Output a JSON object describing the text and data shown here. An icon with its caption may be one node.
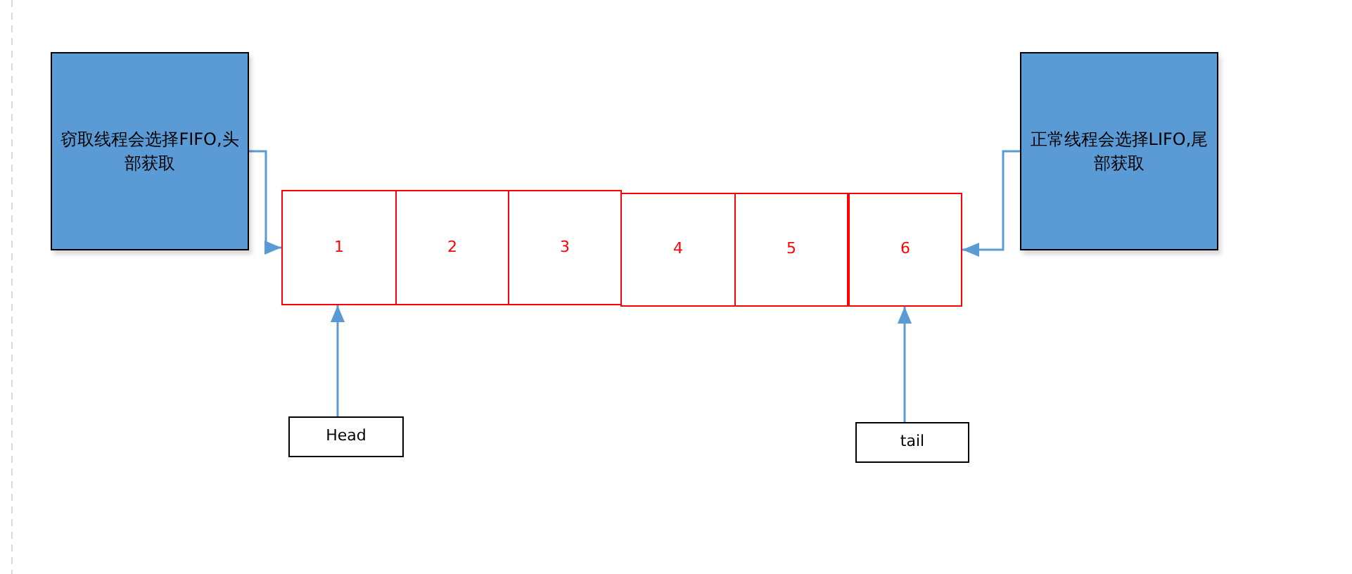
{
  "diagram": {
    "nodes": [
      {
        "text": [
          "窃取线程会选择FIFO,头部获取"
        ]
      },
      {
        "text": [
          "1"
        ]
      },
      {
        "text": [
          "2"
        ]
      },
      {
        "text": [
          "3"
        ]
      },
      {
        "text": [
          "4"
        ]
      },
      {
        "text": [
          "5"
        ]
      },
      {
        "text": [
          "6"
        ]
      },
      {
        "text": [
          "正常线程会选择LIFO,尾部获取"
        ]
      },
      {
        "text": [
          "Head"
        ]
      },
      {
        "text": [
          "tail"
        ]
      }
    ],
    "edges": [
      {
        "from": 0,
        "to": 1,
        "arrow": "to"
      },
      {
        "from": 7,
        "to": 6,
        "arrow": "to"
      },
      {
        "from": 8,
        "to": 1,
        "arrow": "to"
      },
      {
        "from": 9,
        "to": 6,
        "arrow": "to"
      }
    ]
  }
}
